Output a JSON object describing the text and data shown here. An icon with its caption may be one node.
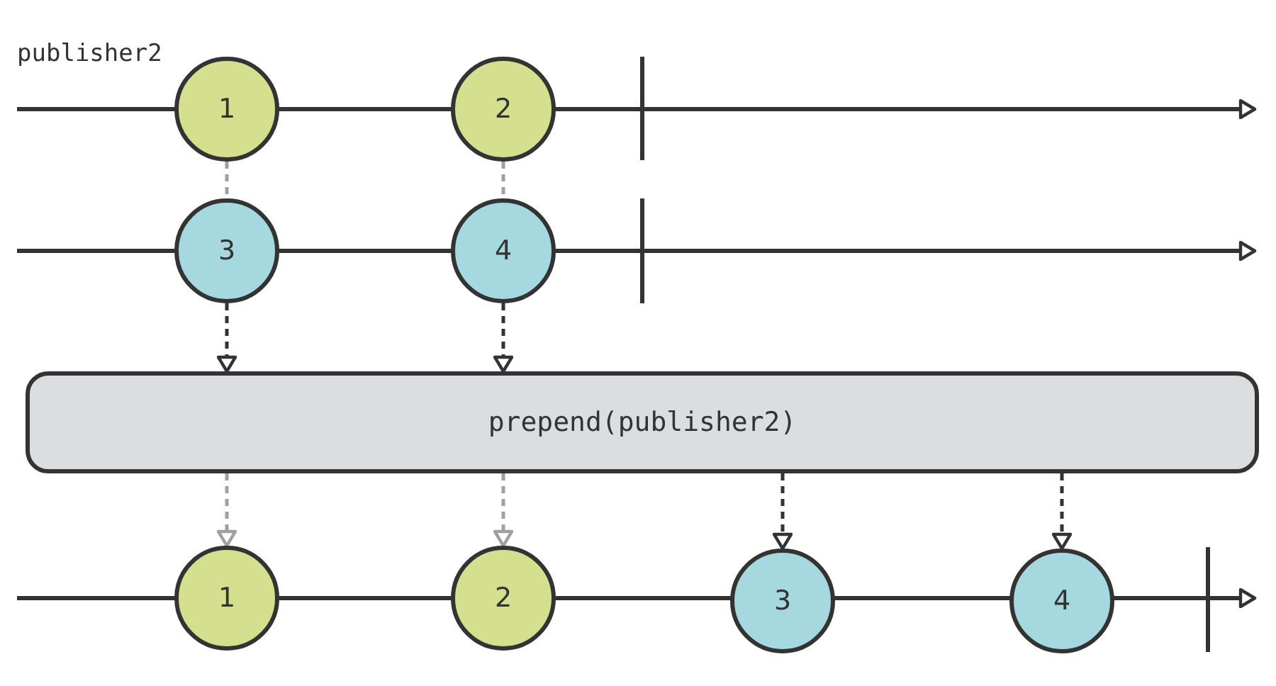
{
  "diagram": {
    "nodes": [
      {
        "text": [
          "1"
        ]
      },
      {
        "text": [
          "2"
        ]
      },
      {
        "text": [
          "3"
        ]
      },
      {
        "text": [
          "4"
        ]
      },
      {
        "text": [
          "prepend(publisher2)"
        ]
      },
      {
        "text": [
          "1"
        ]
      },
      {
        "text": [
          "2"
        ]
      },
      {
        "text": [
          "3"
        ]
      },
      {
        "text": [
          "4"
        ]
      }
    ],
    "edges": [
      {
        "from": 0,
        "to": 2,
        "arrow": "none",
        "style": "dashed",
        "color": "#a0a0a0"
      },
      {
        "from": 1,
        "to": 3,
        "arrow": "none",
        "style": "dashed",
        "color": "#a0a0a0"
      },
      {
        "from": 2,
        "to": 4,
        "arrow": "to",
        "style": "dashed",
        "color": "#333333"
      },
      {
        "from": 3,
        "to": 4,
        "arrow": "to",
        "style": "dashed",
        "color": "#333333"
      },
      {
        "from": 4,
        "to": 5,
        "arrow": "to",
        "style": "dashed",
        "color": "#a0a0a0"
      },
      {
        "from": 4,
        "to": 6,
        "arrow": "to",
        "style": "dashed",
        "color": "#a0a0a0"
      },
      {
        "from": 4,
        "to": 7,
        "arrow": "to",
        "style": "dashed",
        "color": "#333333"
      },
      {
        "from": 4,
        "to": 8,
        "arrow": "to",
        "style": "dashed",
        "color": "#333333"
      }
    ],
    "labels": [
      "publisher2"
    ]
  }
}
